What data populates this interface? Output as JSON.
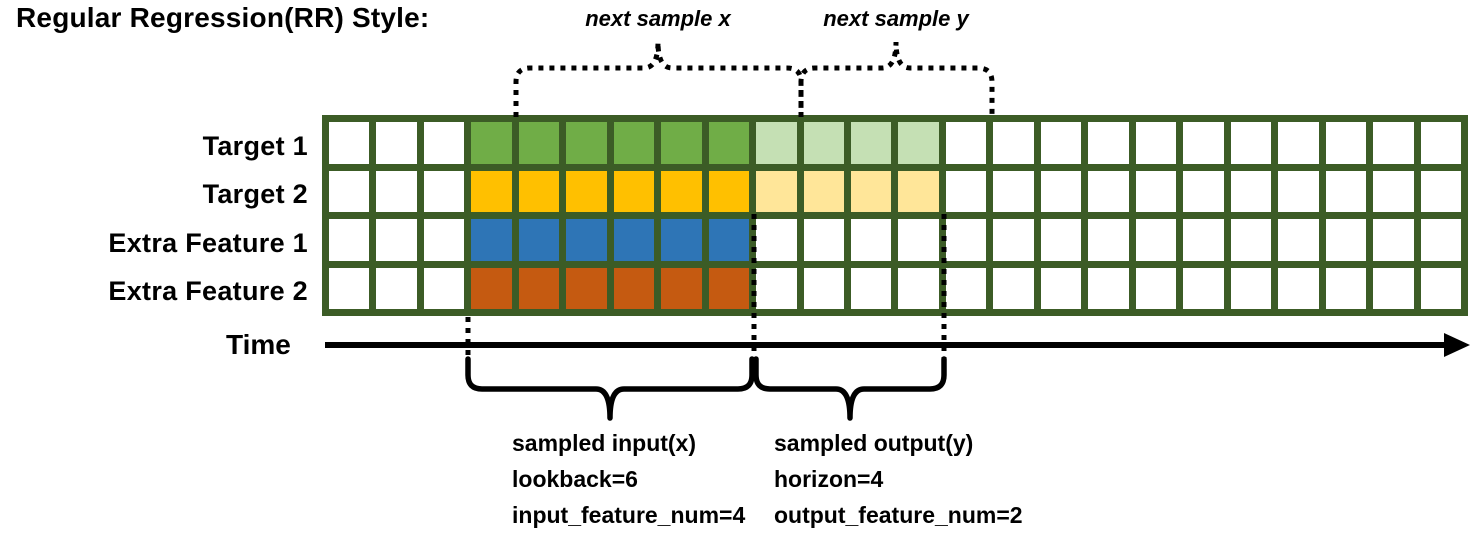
{
  "title": "Regular Regression(RR) Style:",
  "top_annotations": {
    "next_sample_x": "next sample x",
    "next_sample_y": "next sample y"
  },
  "time_axis": {
    "label": "Time"
  },
  "colors": {
    "grid_border": "#3C5C26",
    "cell_empty": "#FFFFFF",
    "target1_solid": "#70AD47",
    "target1_faded": "#C5E0B4",
    "target2_solid": "#FFC000",
    "target2_faded": "#FFE699",
    "extra1_solid": "#2E75B6",
    "extra2_solid": "#C55A11",
    "annotation": "#000000"
  },
  "grid": {
    "columns": 24,
    "lead_empty_columns": 3,
    "lookback": 6,
    "horizon": 4,
    "rows": [
      {
        "label": "Target 1",
        "solid_color": "#70AD47",
        "solid_range": [
          3,
          8
        ],
        "faded_color": "#C5E0B4",
        "faded_range": [
          9,
          12
        ]
      },
      {
        "label": "Target 2",
        "solid_color": "#FFC000",
        "solid_range": [
          3,
          8
        ],
        "faded_color": "#FFE699",
        "faded_range": [
          9,
          12
        ]
      },
      {
        "label": "Extra Feature 1",
        "solid_color": "#2E75B6",
        "solid_range": [
          3,
          8
        ]
      },
      {
        "label": "Extra Feature 2",
        "solid_color": "#C55A11",
        "solid_range": [
          3,
          8
        ]
      }
    ]
  },
  "bottom_annotations": {
    "input": {
      "line1": "sampled input(x)",
      "line2": "lookback=6",
      "line3": "input_feature_num=4"
    },
    "output": {
      "line1": "sampled output(y)",
      "line2": "horizon=4",
      "line3": "output_feature_num=2"
    }
  }
}
